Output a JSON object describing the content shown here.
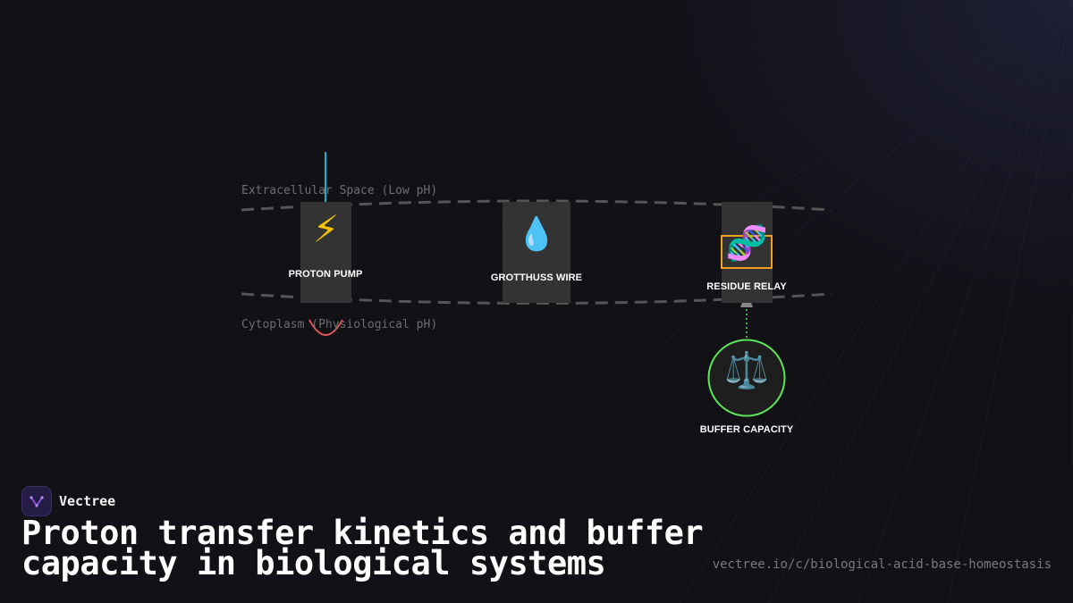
{
  "diagram": {
    "zones": {
      "extracellular": "Extracellular Space (Low pH)",
      "cytoplasm": "Cytoplasm (Physiological pH)"
    },
    "nodes": [
      {
        "label": "PROTON PUMP",
        "icon": "lightning-icon",
        "emoji": "⚡"
      },
      {
        "label": "GROTTHUSS WIRE",
        "icon": "droplet-icon",
        "emoji": "💧"
      },
      {
        "label": "RESIDUE RELAY",
        "icon": "dna-icon",
        "emoji": "🧬"
      },
      {
        "label": "BUFFER CAPACITY",
        "icon": "balance-scale-icon",
        "emoji": "⚖️"
      }
    ],
    "colors": {
      "membrane": "#555555",
      "node_fill": "#333333",
      "influx_arrow": "#1eaed6",
      "recycle_arc": "#e05555",
      "relay_highlight": "#f0a020",
      "buffer_ring": "#5ce65c",
      "buffer_link": "#5ce65c"
    }
  },
  "branding": {
    "name": "Vectree",
    "title": "Proton transfer kinetics and buffer capacity in biological systems",
    "url": "vectree.io/c/biological-acid-base-homeostasis",
    "logo_icon": "vectree-logo-icon",
    "accent": "#8a4fe0"
  }
}
